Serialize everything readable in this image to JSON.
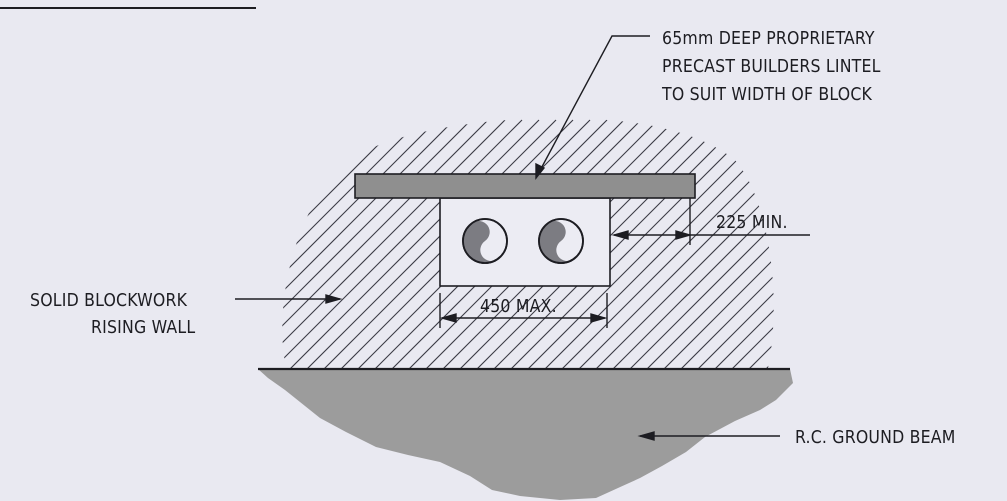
{
  "labels": {
    "lintel": [
      "65mm DEEP PROPRIETARY",
      "PRECAST BUILDERS LINTEL",
      "TO SUIT WIDTH OF BLOCK"
    ],
    "min_clearance": "225 MIN.",
    "wall": [
      "SOLID BLOCKWORK",
      "RISING WALL"
    ],
    "max_width": "450 MAX.",
    "ground_beam": "R.C. GROUND BEAM"
  },
  "colors": {
    "paper": "#e9e9f1",
    "line": "#1d1d22",
    "hatch": "#3a3a44",
    "lintel_fill": "#8f8f8f",
    "beam_fill": "#9c9c9c"
  }
}
